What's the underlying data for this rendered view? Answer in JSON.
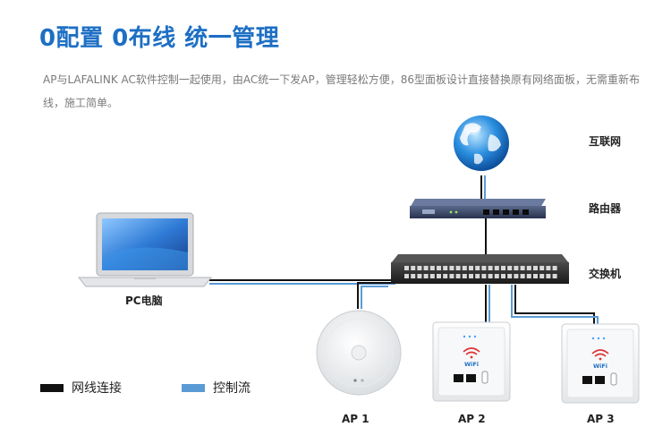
{
  "header": {
    "title": "0配置 0布线 统一管理",
    "description": "AP与LAFALINK AC软件控制一起使用，由AC统一下发AP，管理轻松方便，86型面板设计直接替换原有网络面板，无需重新布线，施工简单。"
  },
  "nodes": {
    "internet": "互联网",
    "router": "路由器",
    "switch": "交换机",
    "pc": "PC电脑",
    "ap1": "AP 1",
    "ap2": "AP 2",
    "ap3": "AP 3"
  },
  "wifi_badge": "WiFi",
  "legend": {
    "cable": "网线连接",
    "control": "控制流"
  },
  "colors": {
    "accent": "#1d6fc4",
    "cable": "#111111",
    "control": "#5b9bd5"
  }
}
